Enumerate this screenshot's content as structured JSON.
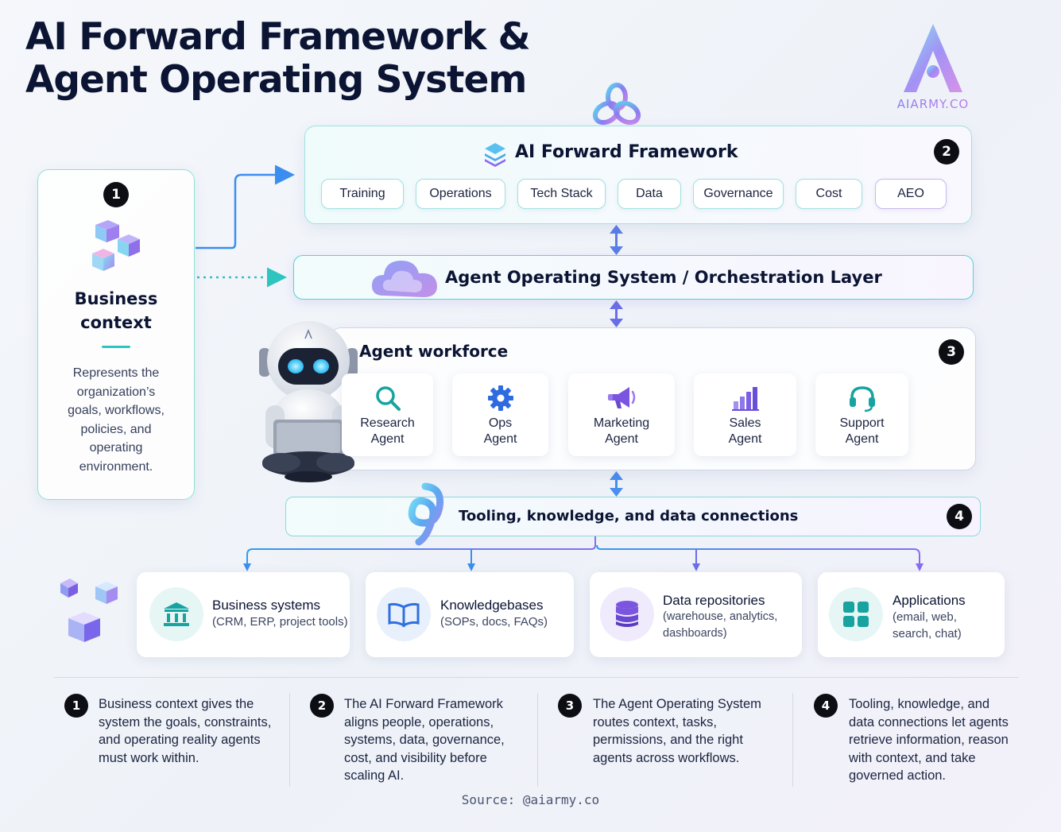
{
  "title": {
    "line1": "AI Forward Framework &",
    "line2": "Agent Operating System"
  },
  "logo": {
    "text": "AIARMY.CO",
    "icon": "letter-a-logo-icon"
  },
  "business_context": {
    "number": "1",
    "title_line1": "Business",
    "title_line2": "context",
    "description_lines": [
      "Represents the",
      "organization’s",
      "goals, workflows,",
      "policies, and",
      "operating",
      "environment."
    ]
  },
  "framework": {
    "number": "2",
    "title": "AI Forward Framework",
    "pills": [
      "Training",
      "Operations",
      "Tech Stack",
      "Data",
      "Governance",
      "Cost",
      "AEO"
    ]
  },
  "orchestration": {
    "title": "Agent Operating System / Orchestration Layer"
  },
  "workforce": {
    "number": "3",
    "title": "Agent workforce",
    "agents": [
      {
        "line1": "Research",
        "line2": "Agent",
        "icon": "magnifier-icon"
      },
      {
        "line1": "Ops",
        "line2": "Agent",
        "icon": "gear-icon"
      },
      {
        "line1": "Marketing",
        "line2": "Agent",
        "icon": "megaphone-icon"
      },
      {
        "line1": "Sales",
        "line2": "Agent",
        "icon": "bar-chart-icon"
      },
      {
        "line1": "Support",
        "line2": "Agent",
        "icon": "headset-icon"
      }
    ]
  },
  "tooling": {
    "number": "4",
    "title": "Tooling, knowledge, and data connections"
  },
  "resources": [
    {
      "title": "Business systems",
      "sub_lines": [
        "(CRM, ERP, project tools)"
      ],
      "icon": "bank-building-icon",
      "color": "#17a3a0"
    },
    {
      "title": "Knowledgebases",
      "sub_lines": [
        "(SOPs, docs, FAQs)"
      ],
      "icon": "open-book-icon",
      "color": "#2f6fe0"
    },
    {
      "title": "Data repositories",
      "sub_lines": [
        "(warehouse, analytics,",
        "dashboards)"
      ],
      "icon": "database-icon",
      "color": "#7b55e0"
    },
    {
      "title": "Applications",
      "sub_lines": [
        "(email, web,",
        "search, chat)"
      ],
      "icon": "app-grid-icon",
      "color": "#17a3a0"
    }
  ],
  "notes": [
    {
      "number": "1",
      "lines": [
        "Business context gives the",
        "system the goals, constraints,",
        "and operating reality agents",
        "must work within."
      ]
    },
    {
      "number": "2",
      "lines": [
        "The AI Forward Framework",
        "aligns people, operations,",
        "systems, data, governance,",
        "cost, and visibility before",
        "scaling AI."
      ]
    },
    {
      "number": "3",
      "lines": [
        "The Agent Operating System",
        "routes context, tasks,",
        "permissions, and the right",
        "agents across workflows."
      ]
    },
    {
      "number": "4",
      "lines": [
        "Tooling, knowledge, and",
        "data connections let agents",
        "retrieve information, reason",
        "with context, and take",
        "governed action."
      ]
    }
  ],
  "source": "Source: @aiarmy.co",
  "colors": {
    "teal": "#2ec4c0",
    "purple": "#8a6cf0",
    "blue": "#3a7cf0",
    "navy": "#0b1433"
  }
}
